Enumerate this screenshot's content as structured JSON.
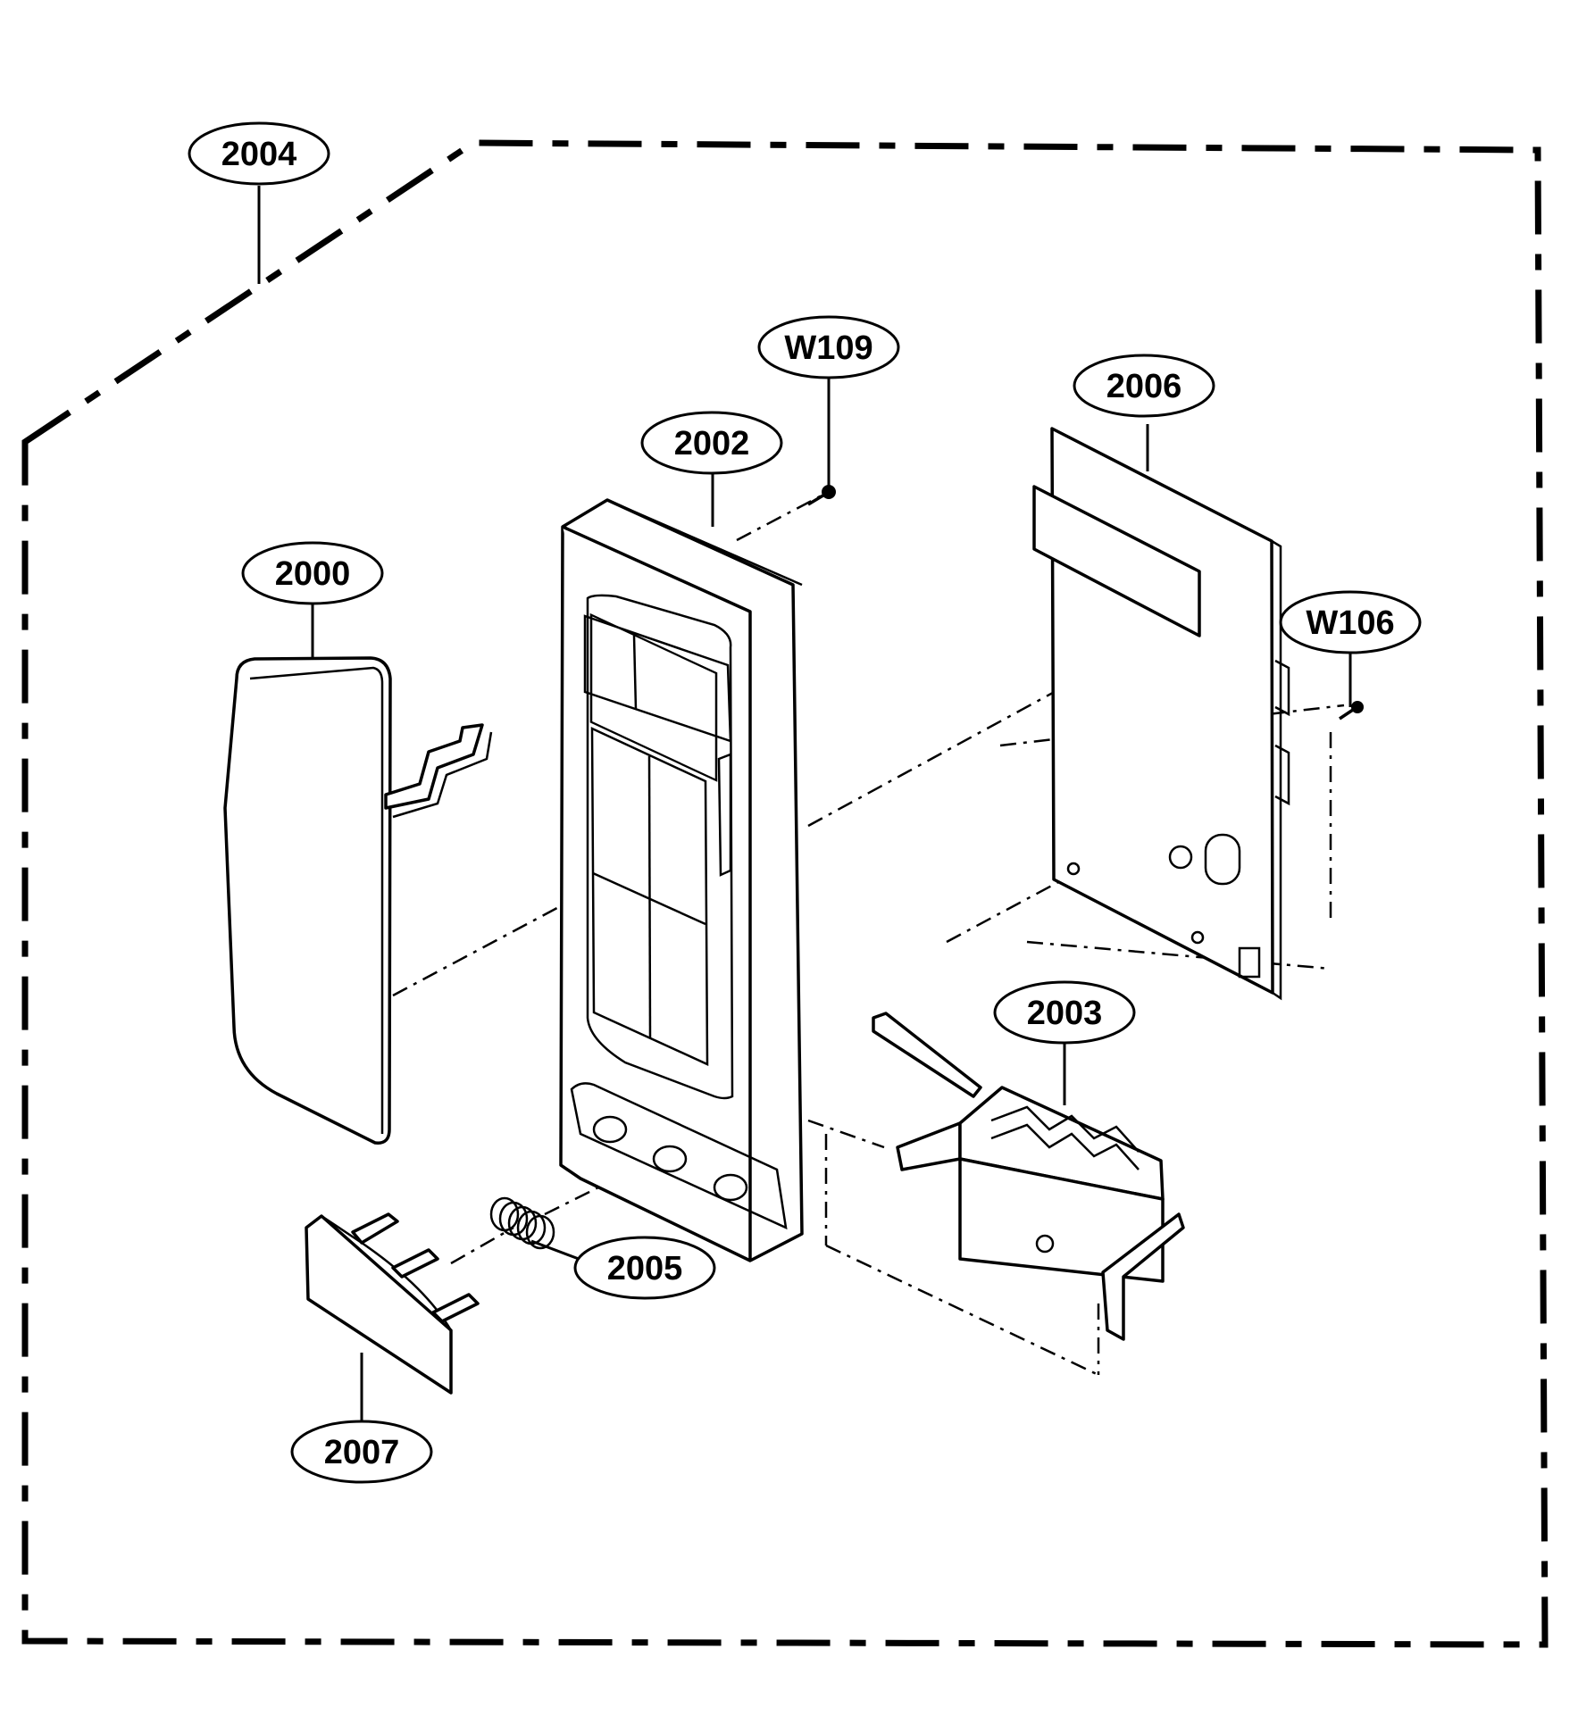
{
  "callouts": {
    "c2004": "2004",
    "cW109": "W109",
    "c2006": "2006",
    "c2002": "2002",
    "c2000": "2000",
    "cW106": "W106",
    "c2003": "2003",
    "c2005": "2005",
    "c2007": "2007"
  }
}
